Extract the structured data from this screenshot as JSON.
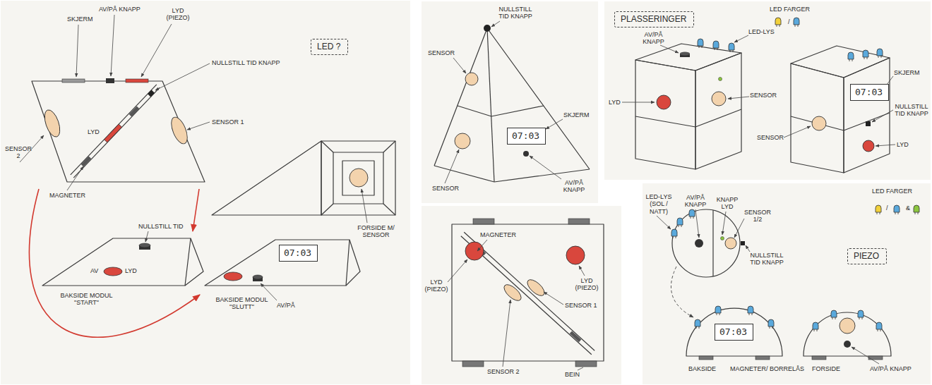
{
  "diagram": {
    "nodes": [
      {
        "text": [
          "LED ?"
        ]
      },
      {
        "text": [
          "07:03"
        ]
      },
      {
        "text": [
          "07:03"
        ]
      },
      {
        "text": [
          "PLASSERINGER"
        ]
      },
      {
        "text": [
          "07:03"
        ]
      },
      {
        "text": [
          "PIEZO"
        ]
      },
      {
        "text": [
          "07:03"
        ]
      }
    ],
    "labels": [
      "SKJERM",
      "AV/PÅ KNAPP",
      "LYD (PIEZO)",
      "NULLSTILL TID KNAPP",
      "LYD",
      "SENSOR 1",
      "SENSOR 2",
      "MAGNETER",
      "FORSIDE M/ SENSOR",
      "NULLSTILL TID",
      "AV",
      "LYD",
      "BAKSIDE MODUL \"START\"",
      "BAKSIDE MODUL \"SLUTT\"",
      "AV/PÅ",
      "NULLSTILL TID KNAPP",
      "SENSOR",
      "SKJERM",
      "SENSOR",
      "AV/PÅ KNAPP",
      "LED FARGER",
      "/",
      "AV/PÅ KNAPP",
      "LED-LYS",
      "LYD",
      "SENSOR",
      "SKJERM",
      "NULLSTILL TID KNAPP",
      "SENSOR",
      "LYD",
      "MAGNETER",
      "LYD (PIEZO)",
      "LYD (PIEZO)",
      "SENSOR 1",
      "SENSOR 2",
      "BEIN",
      "LED-LYS (SOL / NATT)",
      "AV/PÅ KNAPP",
      "KNAPP LYD",
      "SENSOR 1/2",
      "NULLSTILL TID KNAPP",
      "LED FARGER",
      "/",
      "&",
      "BAKSIDE",
      "MAGNETER/ BORRELÅS",
      "FORSIDE",
      "AV/PÅ KNAPP"
    ]
  }
}
